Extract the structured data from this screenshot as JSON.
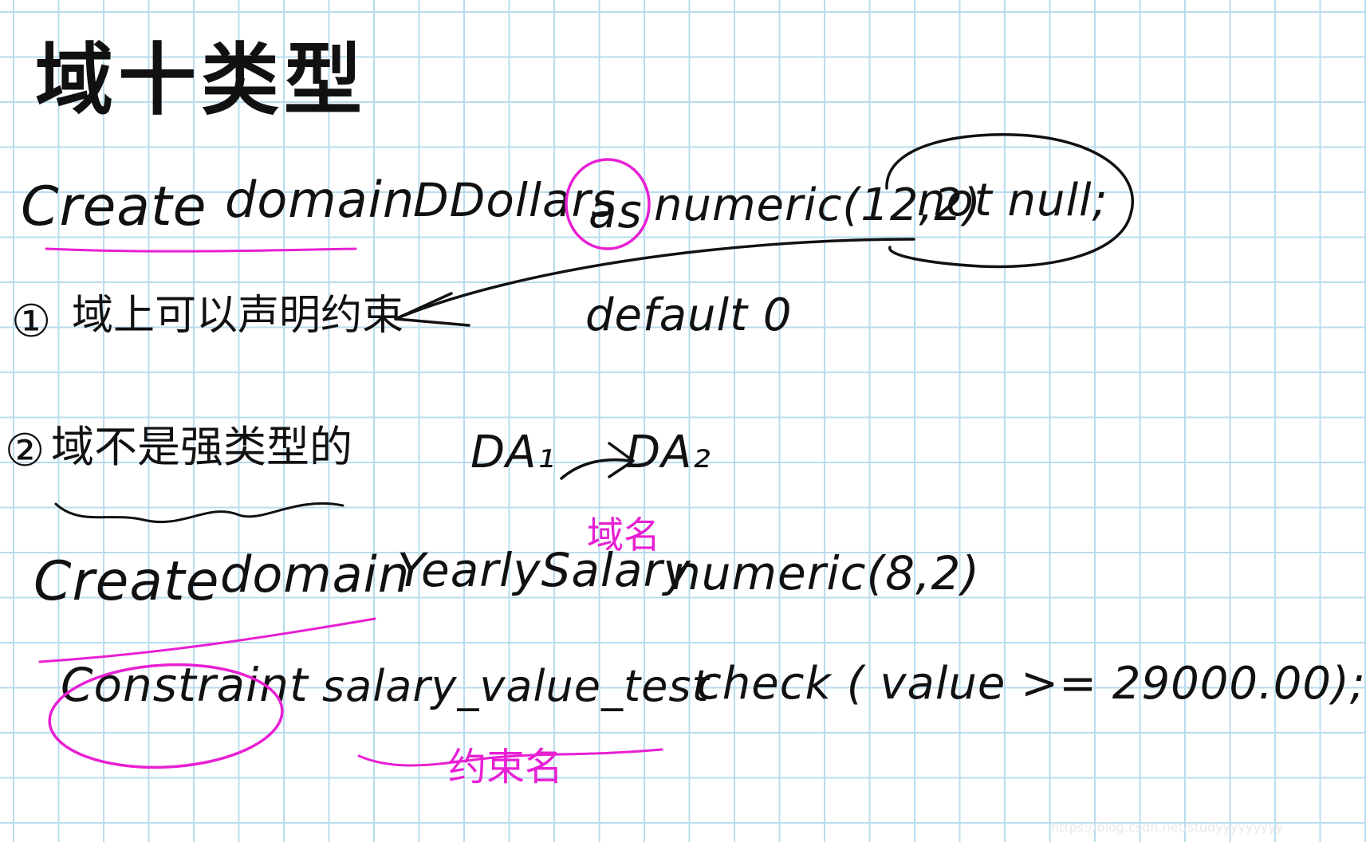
{
  "title": "域十类型",
  "line1": {
    "create": "Create",
    "domain": "domain",
    "name": "DDollars",
    "as": "as",
    "type": "numeric(12,2)",
    "constraint": "not null;"
  },
  "note1": {
    "marker": "①",
    "text": "域上可以声明约束",
    "default_text": "default 0"
  },
  "note2": {
    "marker": "②",
    "text": "域不是强类型的",
    "conv_from": "DA₁",
    "conv_to": "DA₂"
  },
  "line2": {
    "create": "Create",
    "domain": "domain",
    "name": "YearlySalary",
    "annotation": "域名",
    "type": "numeric(8,2)"
  },
  "line3": {
    "keyword": "Constraint",
    "constraint_name": "salary_value_test",
    "check": "check ( value >= 29000.00);",
    "annotation": "约束名"
  },
  "watermark": "https://blog.csdn.net/studyyyyyyyyy",
  "colors": {
    "ink": "#111111",
    "highlight": "#e81fd3",
    "grid": "#b9dcee"
  }
}
